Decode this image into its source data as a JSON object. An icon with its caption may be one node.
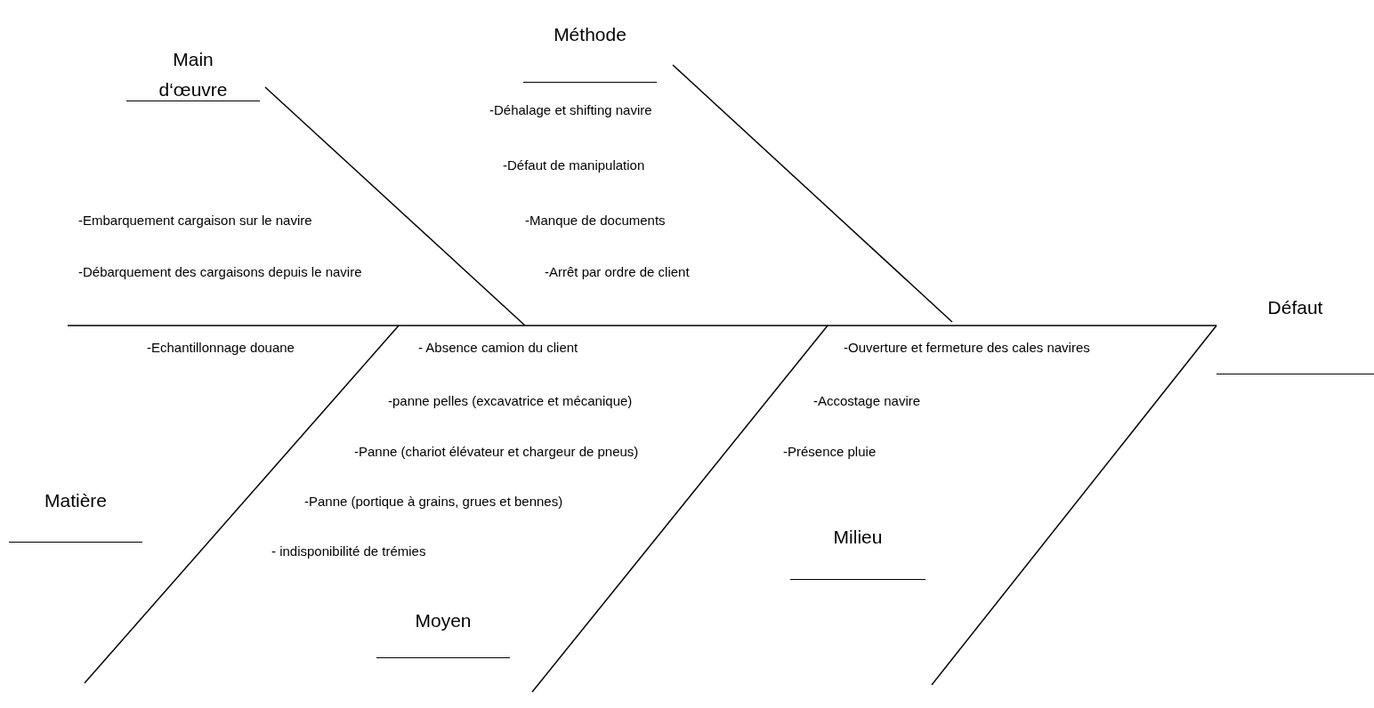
{
  "diagram": {
    "nodes": [
      {
        "text": [
          "Main d‘œuvre"
        ]
      },
      {
        "text": [
          "Méthode"
        ]
      },
      {
        "text": [
          "Matière"
        ]
      },
      {
        "text": [
          "Moyen"
        ]
      },
      {
        "text": [
          "Milieu"
        ]
      },
      {
        "text": [
          "Défaut"
        ]
      }
    ],
    "labels": [
      "-Déhalage et shifting navire",
      "-Défaut de manipulation",
      "-Embarquement cargaison sur le navire",
      "-Manque de documents",
      "-Débarquement des cargaisons depuis le navire",
      "-Arrêt par ordre de client",
      "-Echantillonnage douane",
      "- Absence camion du client",
      "-Ouverture et fermeture des cales navires",
      "-panne pelles (excavatrice et mécanique)",
      "-Accostage navire",
      "-Panne (chariot élévateur et chargeur de pneus)",
      "-Présence pluie",
      "-Panne (portique à grains, grues et bennes)",
      "- indisponibilité de trémies"
    ]
  }
}
